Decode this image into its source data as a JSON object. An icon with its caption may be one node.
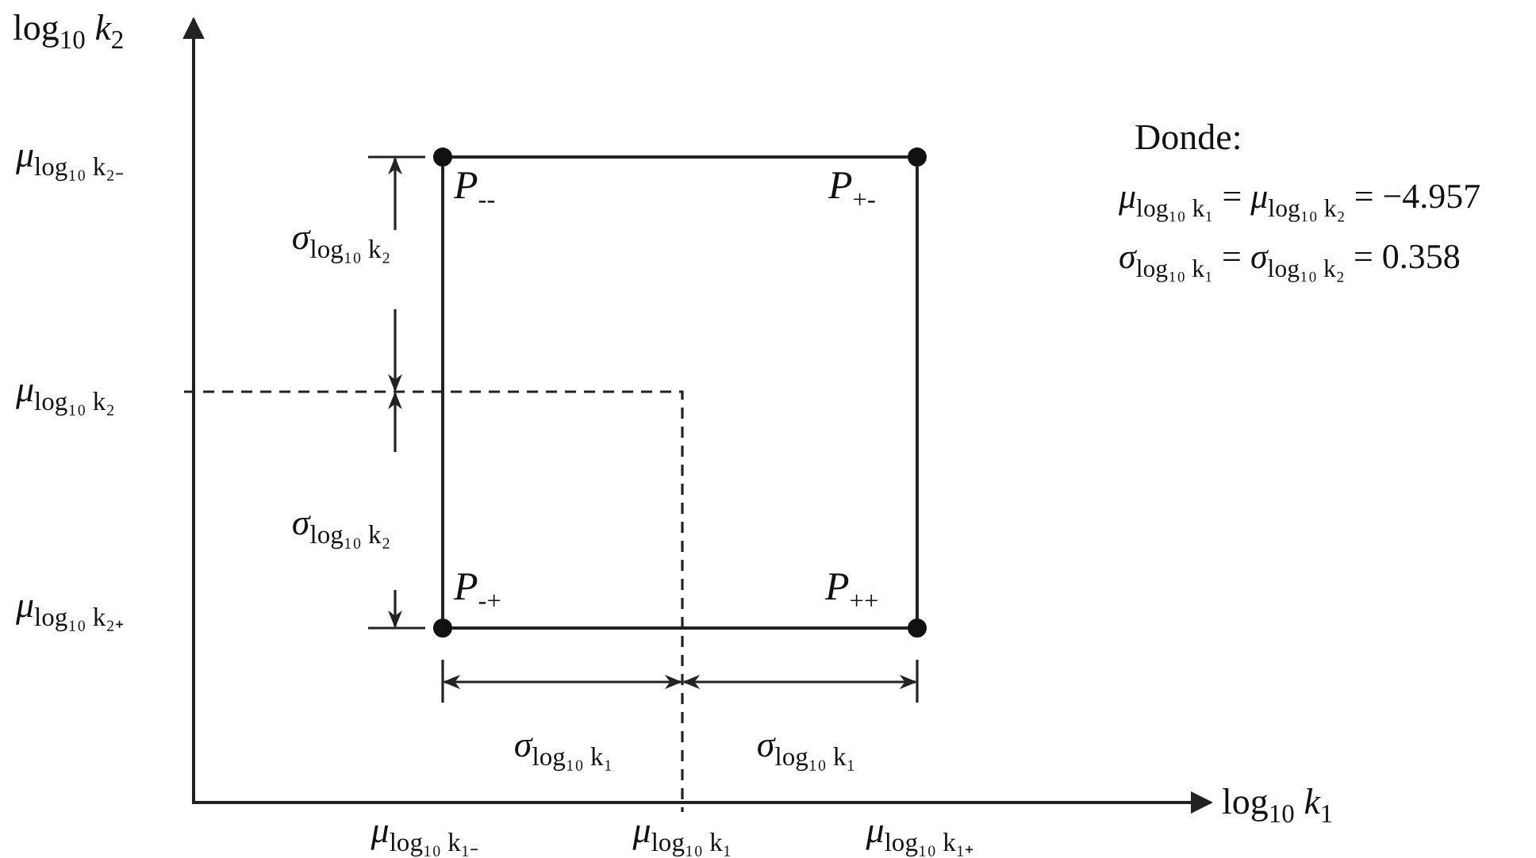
{
  "diagram": {
    "nodes": [
      {
        "text": [],
        "shape": "circle",
        "beside": [
          "*P*$_{--}$"
        ]
      },
      {
        "text": [],
        "shape": "circle",
        "beside": [
          "*P*$_{+-}$"
        ]
      },
      {
        "text": [],
        "shape": "circle",
        "beside": [
          "*P*$_{-+}$"
        ]
      },
      {
        "text": [],
        "shape": "circle",
        "beside": [
          "*P*$_{++}$"
        ]
      }
    ],
    "edges": [
      {
        "from": 0,
        "to": 1,
        "arrow": "none"
      },
      {
        "from": 1,
        "to": 3,
        "arrow": "none"
      },
      {
        "from": 3,
        "to": 2,
        "arrow": "none"
      },
      {
        "from": 2,
        "to": 0,
        "arrow": "none"
      }
    ],
    "labels": [
      "log$_{10}$ *k*$_{2}$",
      "Donde:",
      "*μ*$_{log₁₀ k₁}$ = *μ*$_{log₁₀ k₂}$ = −4.957",
      "*σ*$_{log₁₀ k₁}$ = *σ*$_{log₁₀ k₂}$ = 0.358",
      "*μ*$_{log₁₀ k₂₋}$",
      "*σ*$_{log₁₀ k₂}$",
      "*μ*$_{log₁₀ k₂}$",
      "*σ*$_{log₁₀ k₂}$",
      "*μ*$_{log₁₀ k₂₊}$",
      "*σ*$_{log₁₀ k₁}$",
      "*σ*$_{log₁₀ k₁}$",
      "*μ*$_{log₁₀ k₁₋}$",
      "*μ*$_{log₁₀ k₁}$",
      "*μ*$_{log₁₀ k₁₊}$",
      "log$_{10}$ *k*$_{1}$"
    ]
  }
}
